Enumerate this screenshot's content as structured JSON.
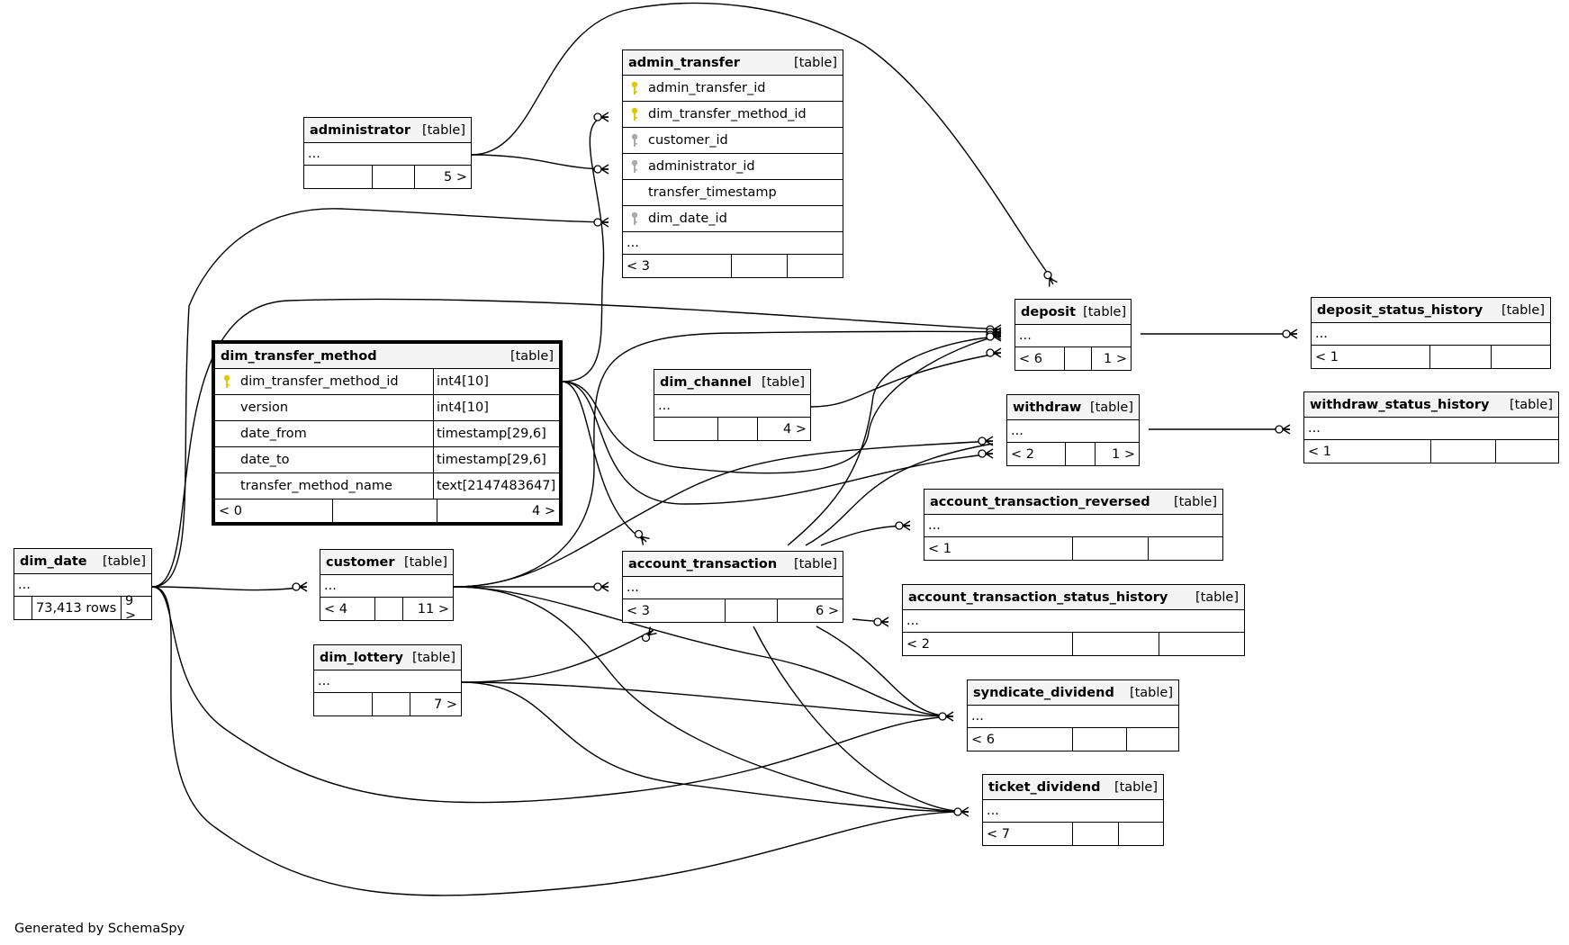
{
  "diagram": {
    "footer_text": "Generated by SchemaSpy",
    "table_tag": "[table]",
    "ellipsis": "...",
    "tables": {
      "admin_transfer": {
        "name": "admin_transfer",
        "columns": [
          {
            "name": "admin_transfer_id",
            "key": "primary"
          },
          {
            "name": "dim_transfer_method_id",
            "key": "primary"
          },
          {
            "name": "customer_id",
            "key": "foreign"
          },
          {
            "name": "administrator_id",
            "key": "foreign"
          },
          {
            "name": "transfer_timestamp",
            "key": "none"
          },
          {
            "name": "dim_date_id",
            "key": "foreign"
          }
        ],
        "parents": "< 3",
        "rows": "",
        "children": ""
      },
      "administrator": {
        "name": "administrator",
        "parents": "",
        "rows": "",
        "children": "5 >"
      },
      "dim_transfer_method": {
        "name": "dim_transfer_method",
        "columns": [
          {
            "name": "dim_transfer_method_id",
            "type": "int4[10]",
            "key": "primary"
          },
          {
            "name": "version",
            "type": "int4[10]",
            "key": "none"
          },
          {
            "name": "date_from",
            "type": "timestamp[29,6]",
            "key": "none"
          },
          {
            "name": "date_to",
            "type": "timestamp[29,6]",
            "key": "none"
          },
          {
            "name": "transfer_method_name",
            "type": "text[2147483647]",
            "key": "none"
          }
        ],
        "parents": "< 0",
        "rows": "",
        "children": "4 >"
      },
      "dim_channel": {
        "name": "dim_channel",
        "parents": "",
        "rows": "",
        "children": "4 >"
      },
      "deposit": {
        "name": "deposit",
        "parents": "< 6",
        "rows": "",
        "children": "1 >"
      },
      "deposit_status_history": {
        "name": "deposit_status_history",
        "parents": "< 1",
        "rows": "",
        "children": ""
      },
      "withdraw": {
        "name": "withdraw",
        "parents": "< 2",
        "rows": "",
        "children": "1 >"
      },
      "withdraw_status_history": {
        "name": "withdraw_status_history",
        "parents": "< 1",
        "rows": "",
        "children": ""
      },
      "account_transaction_reversed": {
        "name": "account_transaction_reversed",
        "parents": "< 1",
        "rows": "",
        "children": ""
      },
      "dim_date": {
        "name": "dim_date",
        "parents": "",
        "rows": "73,413 rows",
        "children": "9 >"
      },
      "customer": {
        "name": "customer",
        "parents": "< 4",
        "rows": "",
        "children": "11 >"
      },
      "account_transaction": {
        "name": "account_transaction",
        "parents": "< 3",
        "rows": "",
        "children": "6 >"
      },
      "account_transaction_status_history": {
        "name": "account_transaction_status_history",
        "parents": "< 2",
        "rows": "",
        "children": ""
      },
      "dim_lottery": {
        "name": "dim_lottery",
        "parents": "",
        "rows": "",
        "children": "7 >"
      },
      "syndicate_dividend": {
        "name": "syndicate_dividend",
        "parents": "< 6",
        "rows": "",
        "children": ""
      },
      "ticket_dividend": {
        "name": "ticket_dividend",
        "parents": "< 7",
        "rows": "",
        "children": ""
      }
    },
    "colors": {
      "primary_key": "#e0c800",
      "foreign_key": "#aaaaaa",
      "line": "#000000",
      "header_bg": "#f4f4f4"
    }
  }
}
